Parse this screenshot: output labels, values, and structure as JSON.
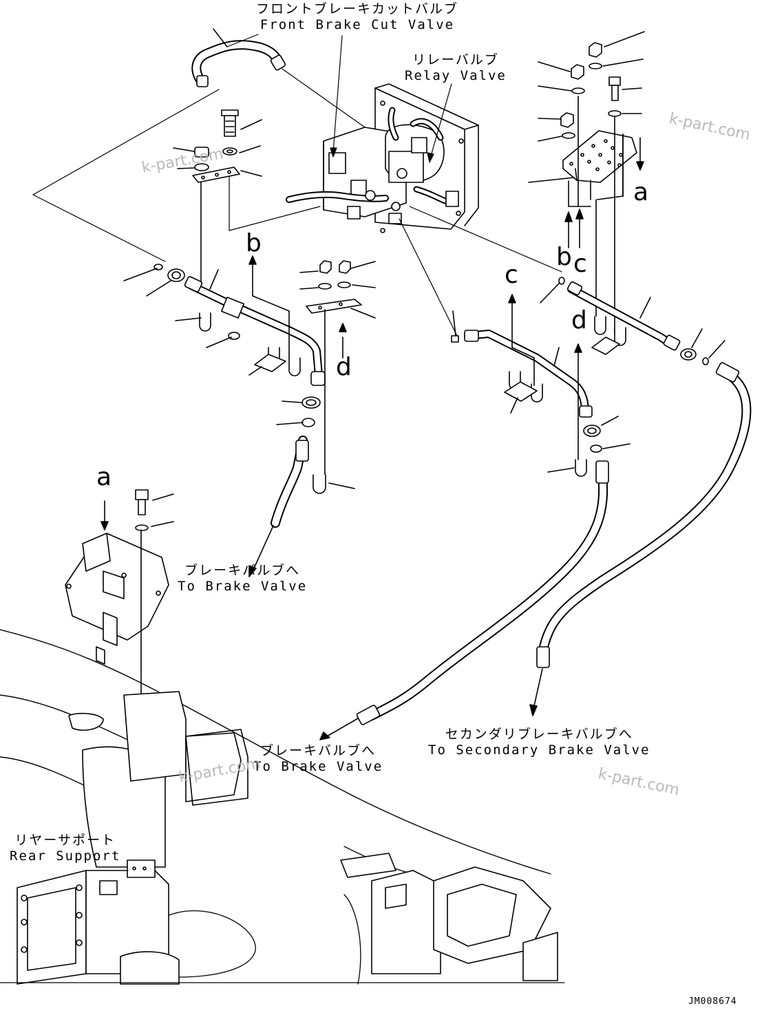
{
  "labels": {
    "front_brake_cut_valve": {
      "jp": "フロントブレーキカットバルブ",
      "en": "Front Brake Cut Valve"
    },
    "relay_valve": {
      "jp": "リレーバルブ",
      "en": "Relay Valve"
    },
    "to_brake_valve_upper": {
      "jp": "ブレーキバルブへ",
      "en": "To Brake Valve"
    },
    "to_brake_valve_lower": {
      "jp": "ブレーキバルブへ",
      "en": "To Brake Valve"
    },
    "to_secondary_brake_valve": {
      "jp": "セカンダリブレーキバルブへ",
      "en": "To Secondary Brake Valve"
    },
    "rear_support": {
      "jp": "リヤーサポート",
      "en": "Rear Support"
    }
  },
  "reference_letters": {
    "a_right": "a",
    "a_left": "a",
    "b_left": "b",
    "b_right": "b",
    "c_right": "c",
    "c_mid": "c",
    "d_left": "d",
    "d_right": "d"
  },
  "watermarks": [
    "k-part.com",
    "k-part.com",
    "k-part.com",
    "k-part.com"
  ],
  "drawing_code": "JM008674",
  "colors": {
    "line": "#000000",
    "watermark": "#b9b9b9",
    "background": "#ffffff"
  }
}
